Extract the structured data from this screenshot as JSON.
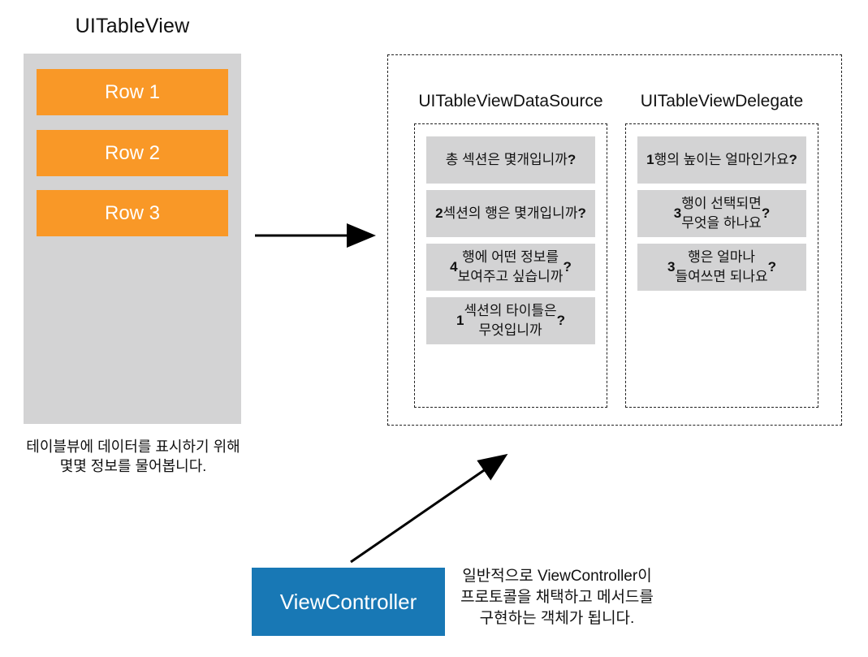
{
  "table_view": {
    "title": "UITableView",
    "rows": [
      "Row 1",
      "Row 2",
      "Row 3"
    ],
    "caption": "테이블뷰에 데이터를 표시하기 위해\n몇몇 정보를 물어봅니다."
  },
  "protocols": {
    "datasource": {
      "title": "UITableViewDataSource",
      "items": [
        "총 섹션은 몇개입니까?",
        "2섹션의 행은 몇개입니까?",
        "4행에 어떤 정보를\n보여주고 싶습니까?",
        "1섹션의 타이틀은\n무엇입니까?"
      ]
    },
    "delegate": {
      "title": "UITableViewDelegate",
      "items": [
        "1행의 높이는 얼마인가요?",
        "3행이 선택되면\n무엇을 하나요?",
        "3행은 얼마나\n들여쓰면 되나요?"
      ]
    }
  },
  "view_controller": {
    "label": "ViewController",
    "caption": "일반적으로 ViewController이\n프로토콜을 채택하고 메서드를\n구현하는 객체가 됩니다."
  },
  "colors": {
    "row_orange": "#f99827",
    "panel_gray": "#d3d3d4",
    "controller_blue": "#1878b5",
    "arrow_black": "#000000"
  }
}
